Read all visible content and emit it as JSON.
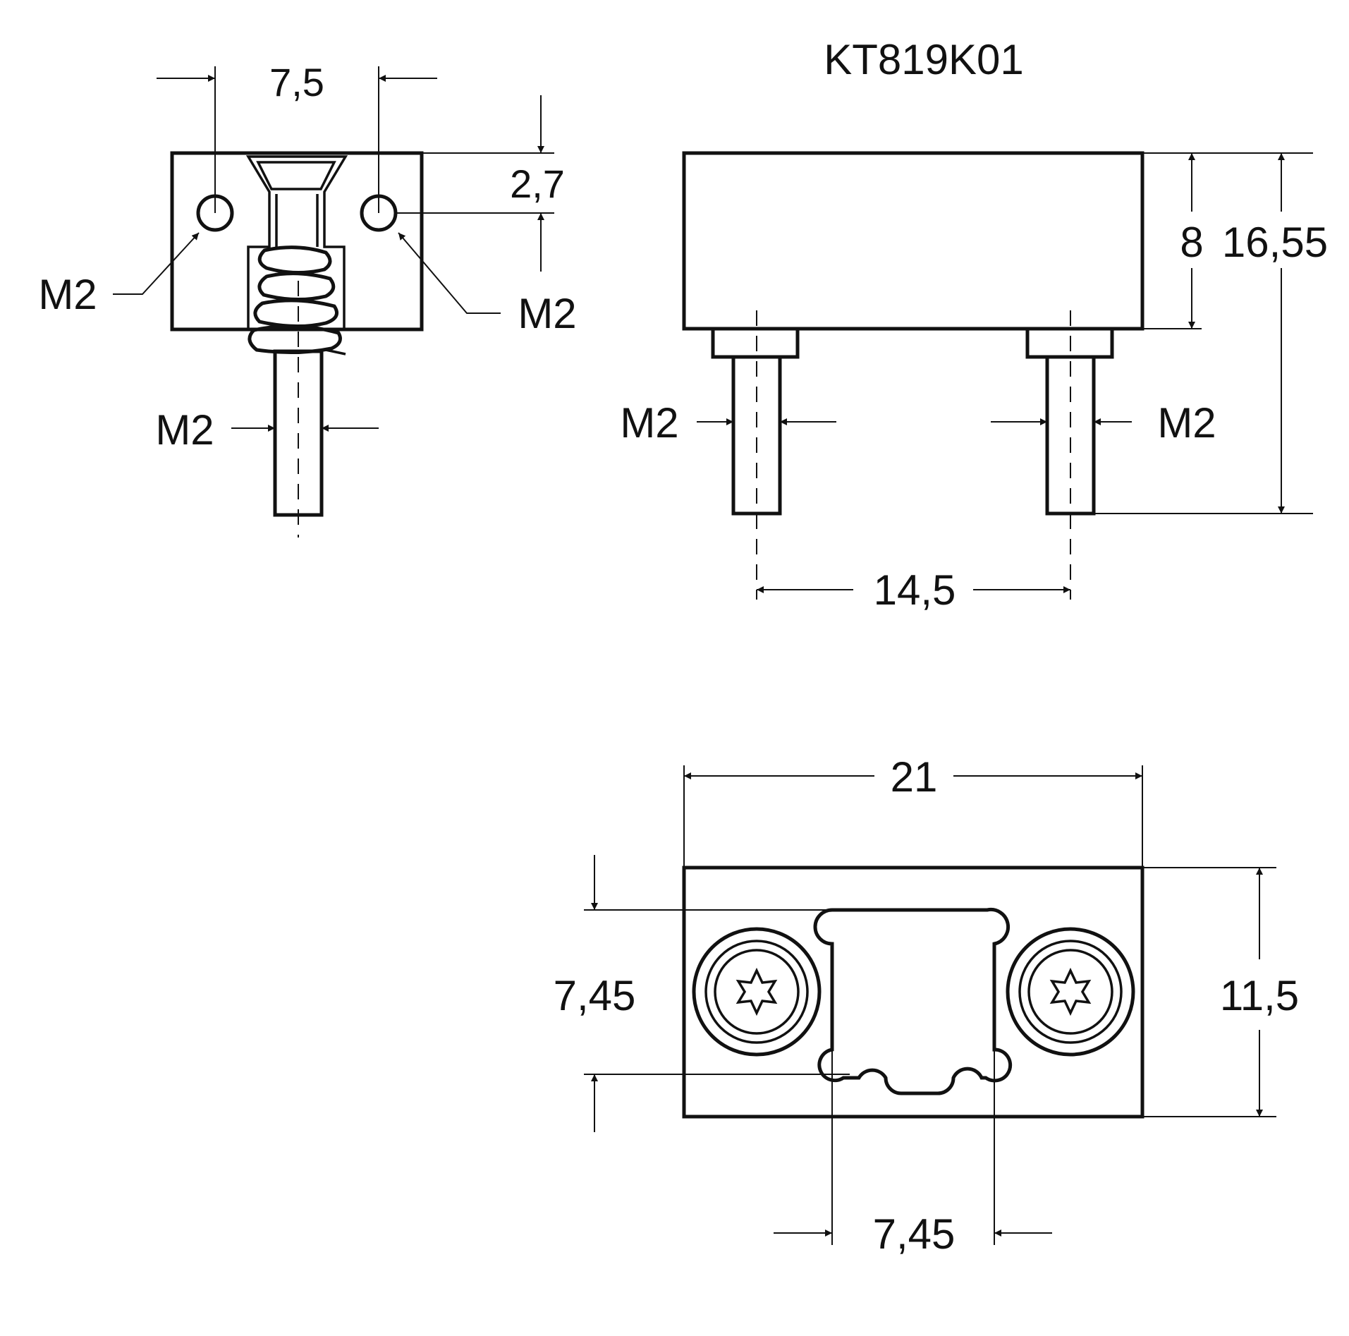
{
  "title": "KT819K01",
  "labels": {
    "section_width": "7,5",
    "hole_offset": "2,7",
    "thread_left": "M2",
    "thread_right": "M2",
    "thread_pin": "M2",
    "front_thread_left": "M2",
    "front_thread_right": "M2",
    "front_height_body": "8",
    "front_height_total": "16,55",
    "front_pin_spacing": "14,5",
    "top_width": "21",
    "top_height": "11,5",
    "top_window_height": "7,45",
    "top_window_width": "7,45"
  }
}
